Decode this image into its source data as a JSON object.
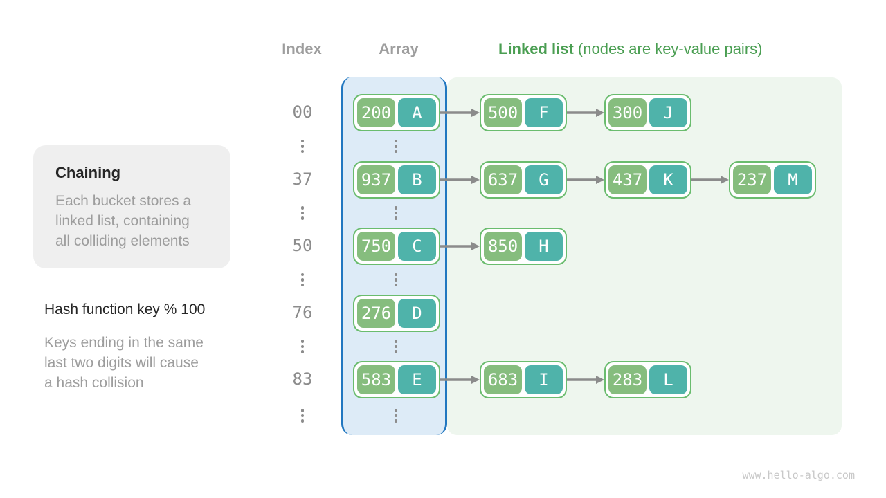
{
  "header": {
    "index": "Index",
    "array": "Array",
    "linked_bold": "Linked list",
    "linked_rest": " (nodes are key-value pairs)"
  },
  "sidebar": {
    "note_title": "Chaining",
    "note_body": "Each bucket stores a\nlinked list, containing\nall colliding elements",
    "hash_title": "Hash function key % 100",
    "hash_desc": "Keys ending in the same\nlast two digits will cause\na hash collision"
  },
  "diagram": {
    "rows": [
      {
        "index": "00",
        "bucket": {
          "key": "200",
          "value": "A"
        },
        "chain": [
          {
            "key": "500",
            "value": "F"
          },
          {
            "key": "300",
            "value": "J"
          }
        ]
      },
      {
        "index": "37",
        "bucket": {
          "key": "937",
          "value": "B"
        },
        "chain": [
          {
            "key": "637",
            "value": "G"
          },
          {
            "key": "437",
            "value": "K"
          },
          {
            "key": "237",
            "value": "M"
          }
        ]
      },
      {
        "index": "50",
        "bucket": {
          "key": "750",
          "value": "C"
        },
        "chain": [
          {
            "key": "850",
            "value": "H"
          }
        ]
      },
      {
        "index": "76",
        "bucket": {
          "key": "276",
          "value": "D"
        },
        "chain": []
      },
      {
        "index": "83",
        "bucket": {
          "key": "583",
          "value": "E"
        },
        "chain": [
          {
            "key": "683",
            "value": "I"
          },
          {
            "key": "283",
            "value": "L"
          }
        ]
      }
    ]
  },
  "colors": {
    "key_green": "#86bd7e",
    "value_teal": "#4fb3aa",
    "node_border": "#6abc6e",
    "array_bg": "#ddebf7",
    "array_border": "#2177c0",
    "list_bg": "#eef6ee",
    "note_bg": "#efefef",
    "header_gray": "#9e9e9e",
    "header_green": "#4a9e52",
    "index_gray": "#8c8c8c",
    "arrow_gray": "#8b8b8b",
    "text_dark": "#262626",
    "text_gray": "#9d9d9d",
    "watermark_gray": "#c8c8c8"
  },
  "footer": {
    "watermark": "www.hello-algo.com"
  }
}
